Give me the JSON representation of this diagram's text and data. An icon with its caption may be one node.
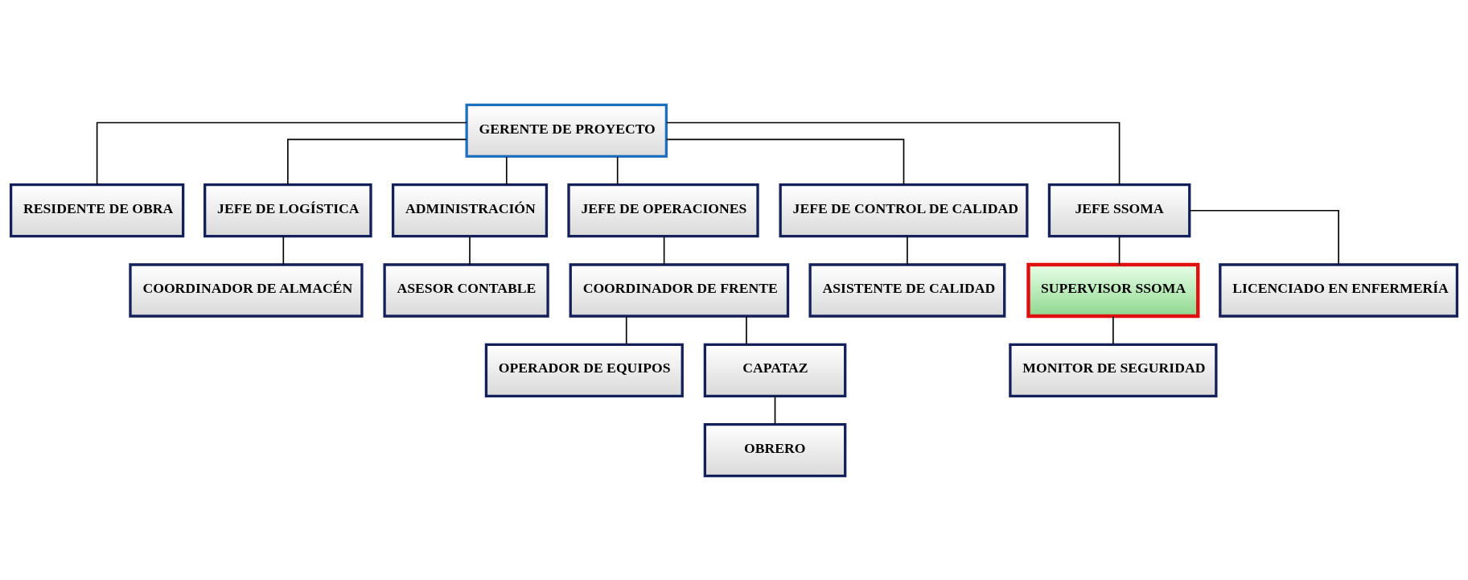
{
  "diagram": {
    "nodes": [
      {
        "text": [
          "GERENTE DE PROYECTO"
        ]
      },
      {
        "text": [
          "RESIDENTE DE OBRA"
        ]
      },
      {
        "text": [
          "JEFE DE LOGÍSTICA"
        ]
      },
      {
        "text": [
          "ADMINISTRACIÓN"
        ]
      },
      {
        "text": [
          "JEFE DE OPERACIONES"
        ]
      },
      {
        "text": [
          "JEFE DE CONTROL DE CALIDAD"
        ]
      },
      {
        "text": [
          "JEFE SSOMA"
        ]
      },
      {
        "text": [
          "COORDINADOR DE ALMACÉN"
        ]
      },
      {
        "text": [
          "ASESOR CONTABLE"
        ]
      },
      {
        "text": [
          "COORDINADOR DE FRENTE"
        ]
      },
      {
        "text": [
          "ASISTENTE DE CALIDAD"
        ]
      },
      {
        "text": [
          "SUPERVISOR SSOMA"
        ]
      },
      {
        "text": [
          "LICENCIADO EN ENFERMERÍA"
        ]
      },
      {
        "text": [
          "OPERADOR DE EQUIPOS"
        ]
      },
      {
        "text": [
          "CAPATAZ"
        ]
      },
      {
        "text": [
          "MONITOR DE SEGURIDAD"
        ]
      },
      {
        "text": [
          "OBRERO"
        ]
      }
    ],
    "edges": [
      {
        "from": 0,
        "to": 1,
        "arrow": "none"
      },
      {
        "from": 0,
        "to": 2,
        "arrow": "none"
      },
      {
        "from": 0,
        "to": 3,
        "arrow": "none"
      },
      {
        "from": 0,
        "to": 4,
        "arrow": "none"
      },
      {
        "from": 0,
        "to": 5,
        "arrow": "none"
      },
      {
        "from": 0,
        "to": 6,
        "arrow": "none"
      },
      {
        "from": 2,
        "to": 7,
        "arrow": "none"
      },
      {
        "from": 3,
        "to": 8,
        "arrow": "none"
      },
      {
        "from": 4,
        "to": 9,
        "arrow": "none"
      },
      {
        "from": 5,
        "to": 10,
        "arrow": "none"
      },
      {
        "from": 6,
        "to": 11,
        "arrow": "none"
      },
      {
        "from": 6,
        "to": 12,
        "arrow": "none"
      },
      {
        "from": 9,
        "to": 13,
        "arrow": "none"
      },
      {
        "from": 9,
        "to": 14,
        "arrow": "none"
      },
      {
        "from": 11,
        "to": 15,
        "arrow": "none"
      },
      {
        "from": 14,
        "to": 16,
        "arrow": "none"
      }
    ]
  }
}
